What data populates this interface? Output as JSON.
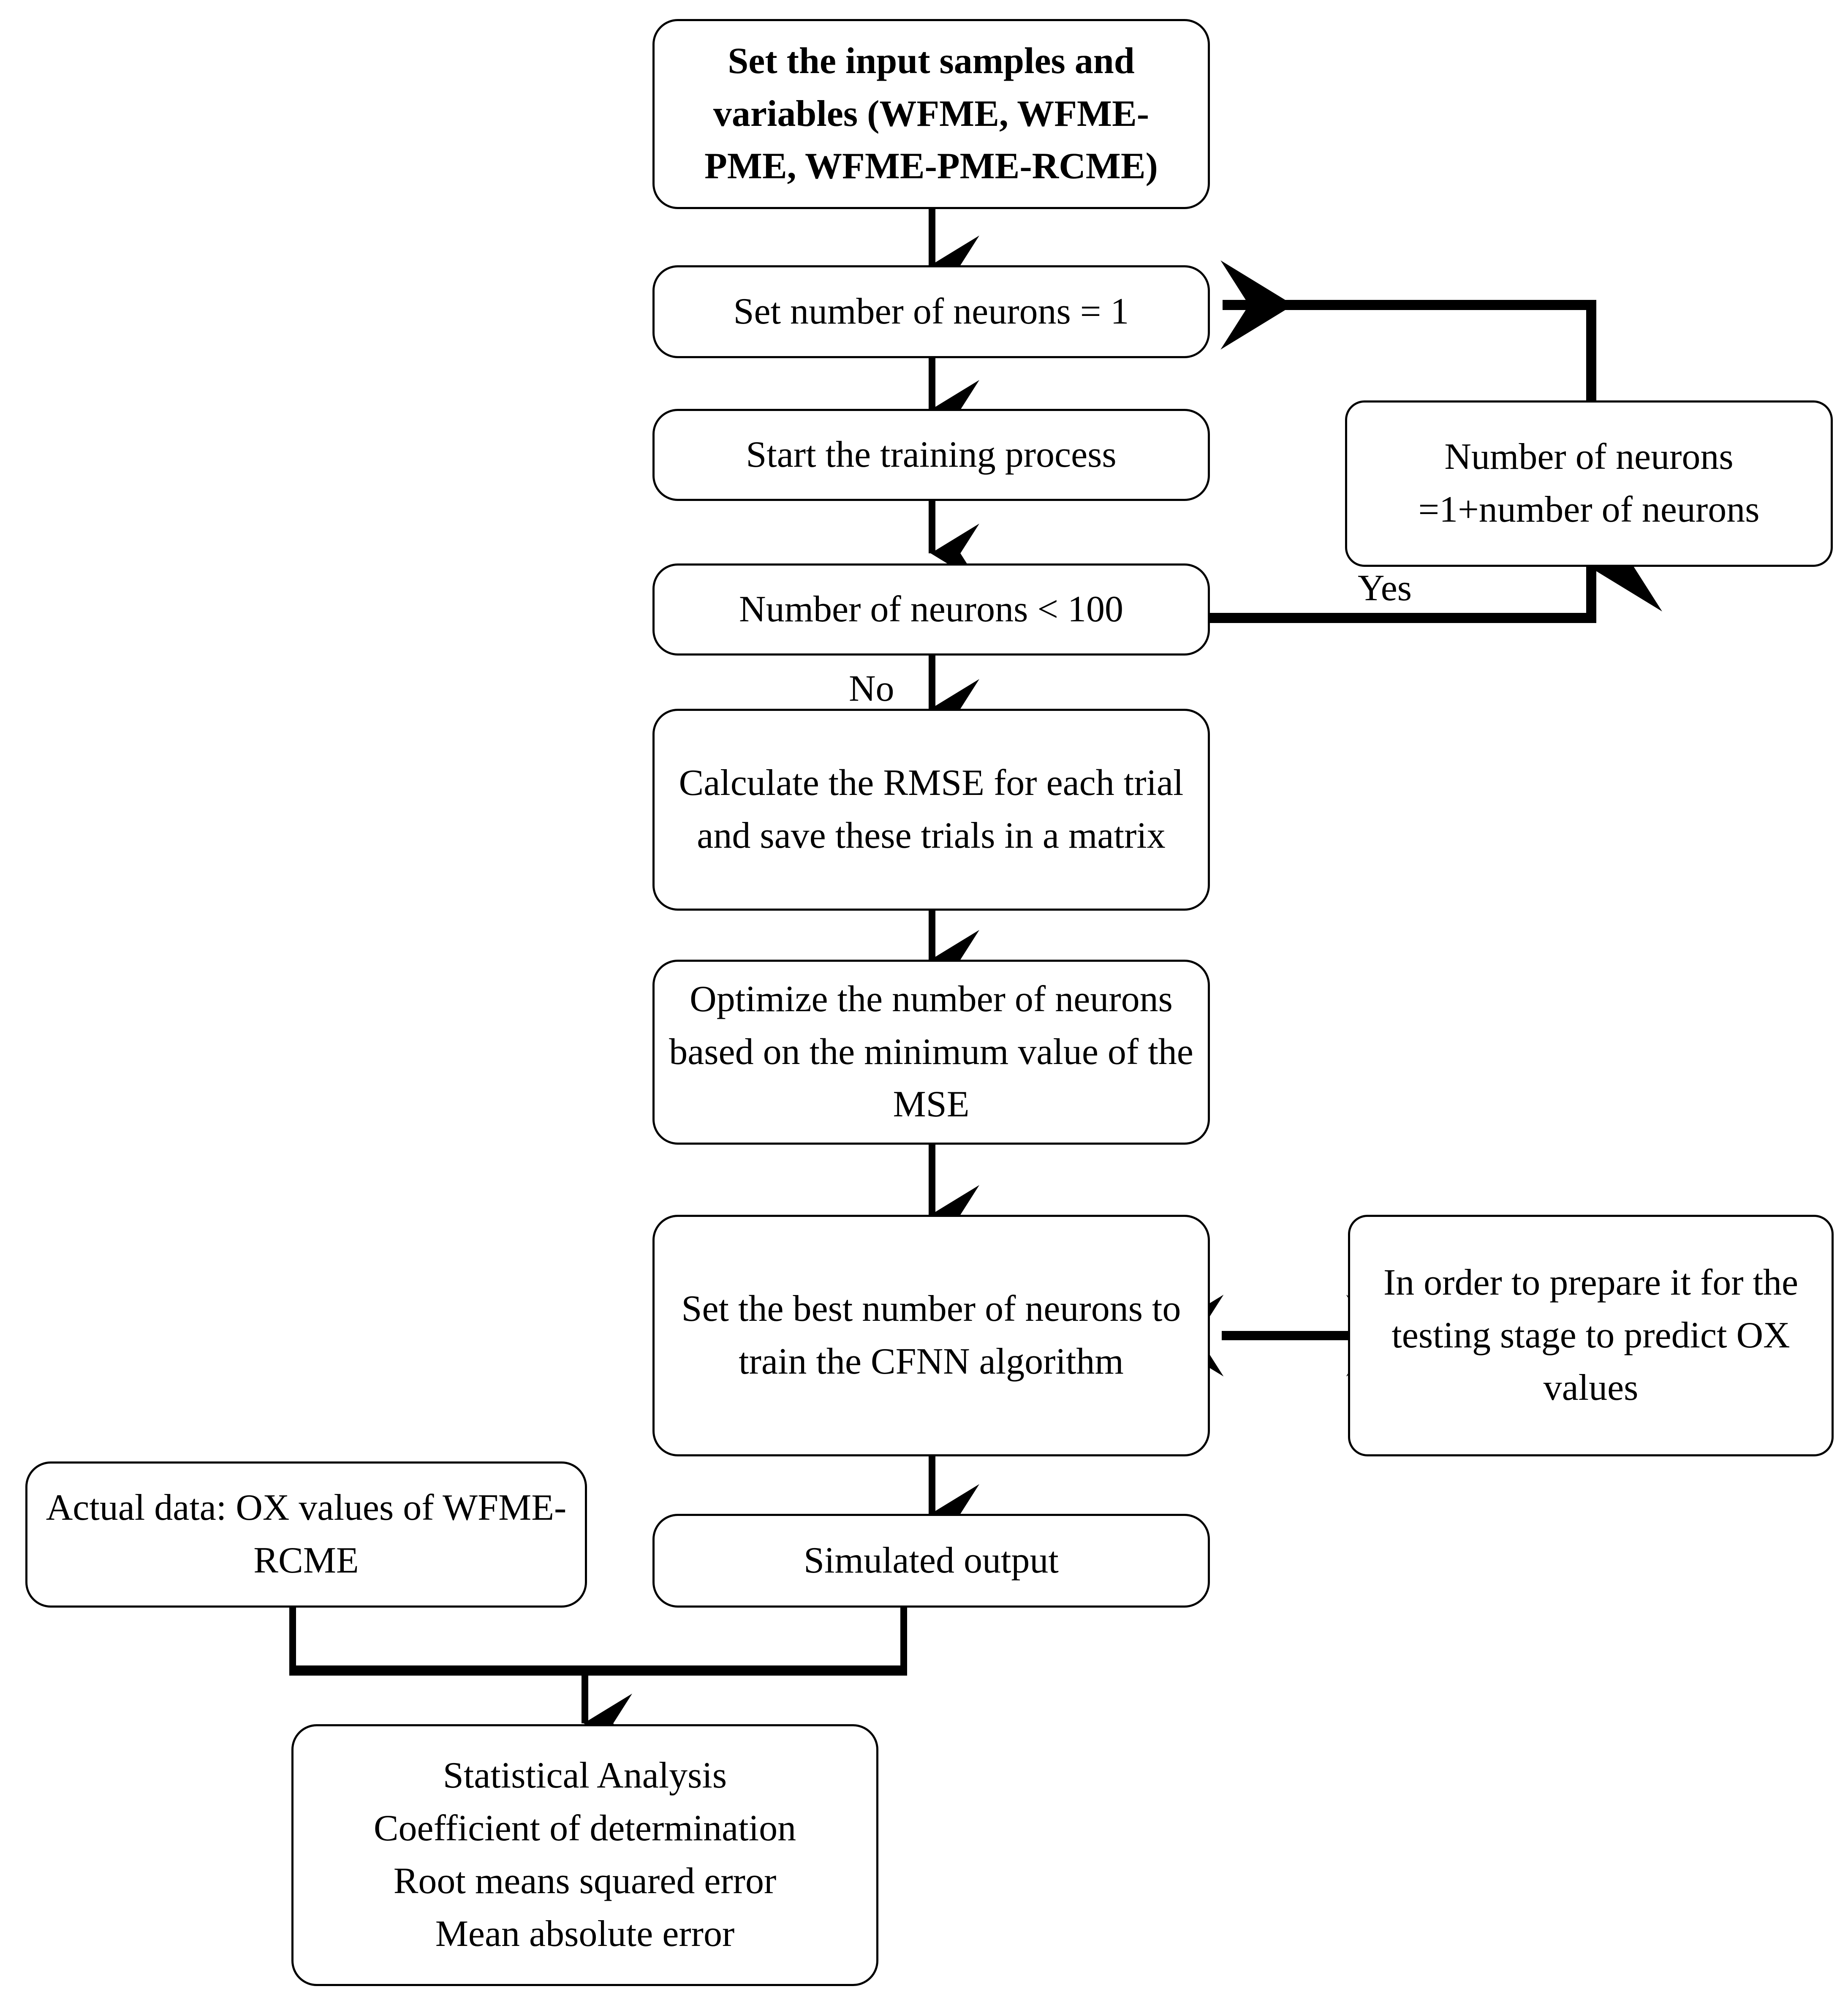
{
  "diagram": {
    "title": "CFNN neuron-optimization training and evaluation flowchart",
    "line_color": "#000000",
    "background_color": "#ffffff",
    "text_color": "#000000"
  },
  "nodes": {
    "set_inputs": {
      "label": "Set the input samples and variables (WFME, WFME-PME, WFME-PME-RCME)",
      "bold": true,
      "font_size": 88
    },
    "set_neurons_1": {
      "label": "Set number of neurons = 1",
      "bold": false,
      "font_size": 88
    },
    "start_training": {
      "label": "Start the training process",
      "bold": false,
      "font_size": 88
    },
    "neurons_lt_100": {
      "label": "Number of neurons < 100",
      "bold": false,
      "font_size": 88
    },
    "increment_neurons": {
      "label": "Number of neurons\n=1+number of neurons",
      "bold": false,
      "font_size": 88
    },
    "calc_rmse": {
      "label": "Calculate the RMSE for each trial and save these trials in a matrix",
      "bold": false,
      "font_size": 88
    },
    "optimize_neurons": {
      "label": "Optimize the number of neurons based on the minimum value of the MSE",
      "bold": false,
      "font_size": 88
    },
    "set_best_neurons": {
      "label": "Set the best number of neurons to train the CFNN algorithm",
      "bold": false,
      "font_size": 88
    },
    "prepare_testing": {
      "label": "In order to prepare it for the testing stage to predict OX values",
      "bold": false,
      "font_size": 88
    },
    "actual_data": {
      "label": "Actual data: OX values of WFME-RCME",
      "bold": false,
      "font_size": 88
    },
    "simulated_output": {
      "label": "Simulated output",
      "bold": false,
      "font_size": 88
    },
    "statistical_analysis": {
      "label": "Statistical Analysis\nCoefficient of determination\nRoot means squared error\nMean absolute error",
      "bold": false,
      "font_size": 88
    }
  },
  "edge_labels": {
    "yes": "Yes",
    "no": "No"
  }
}
